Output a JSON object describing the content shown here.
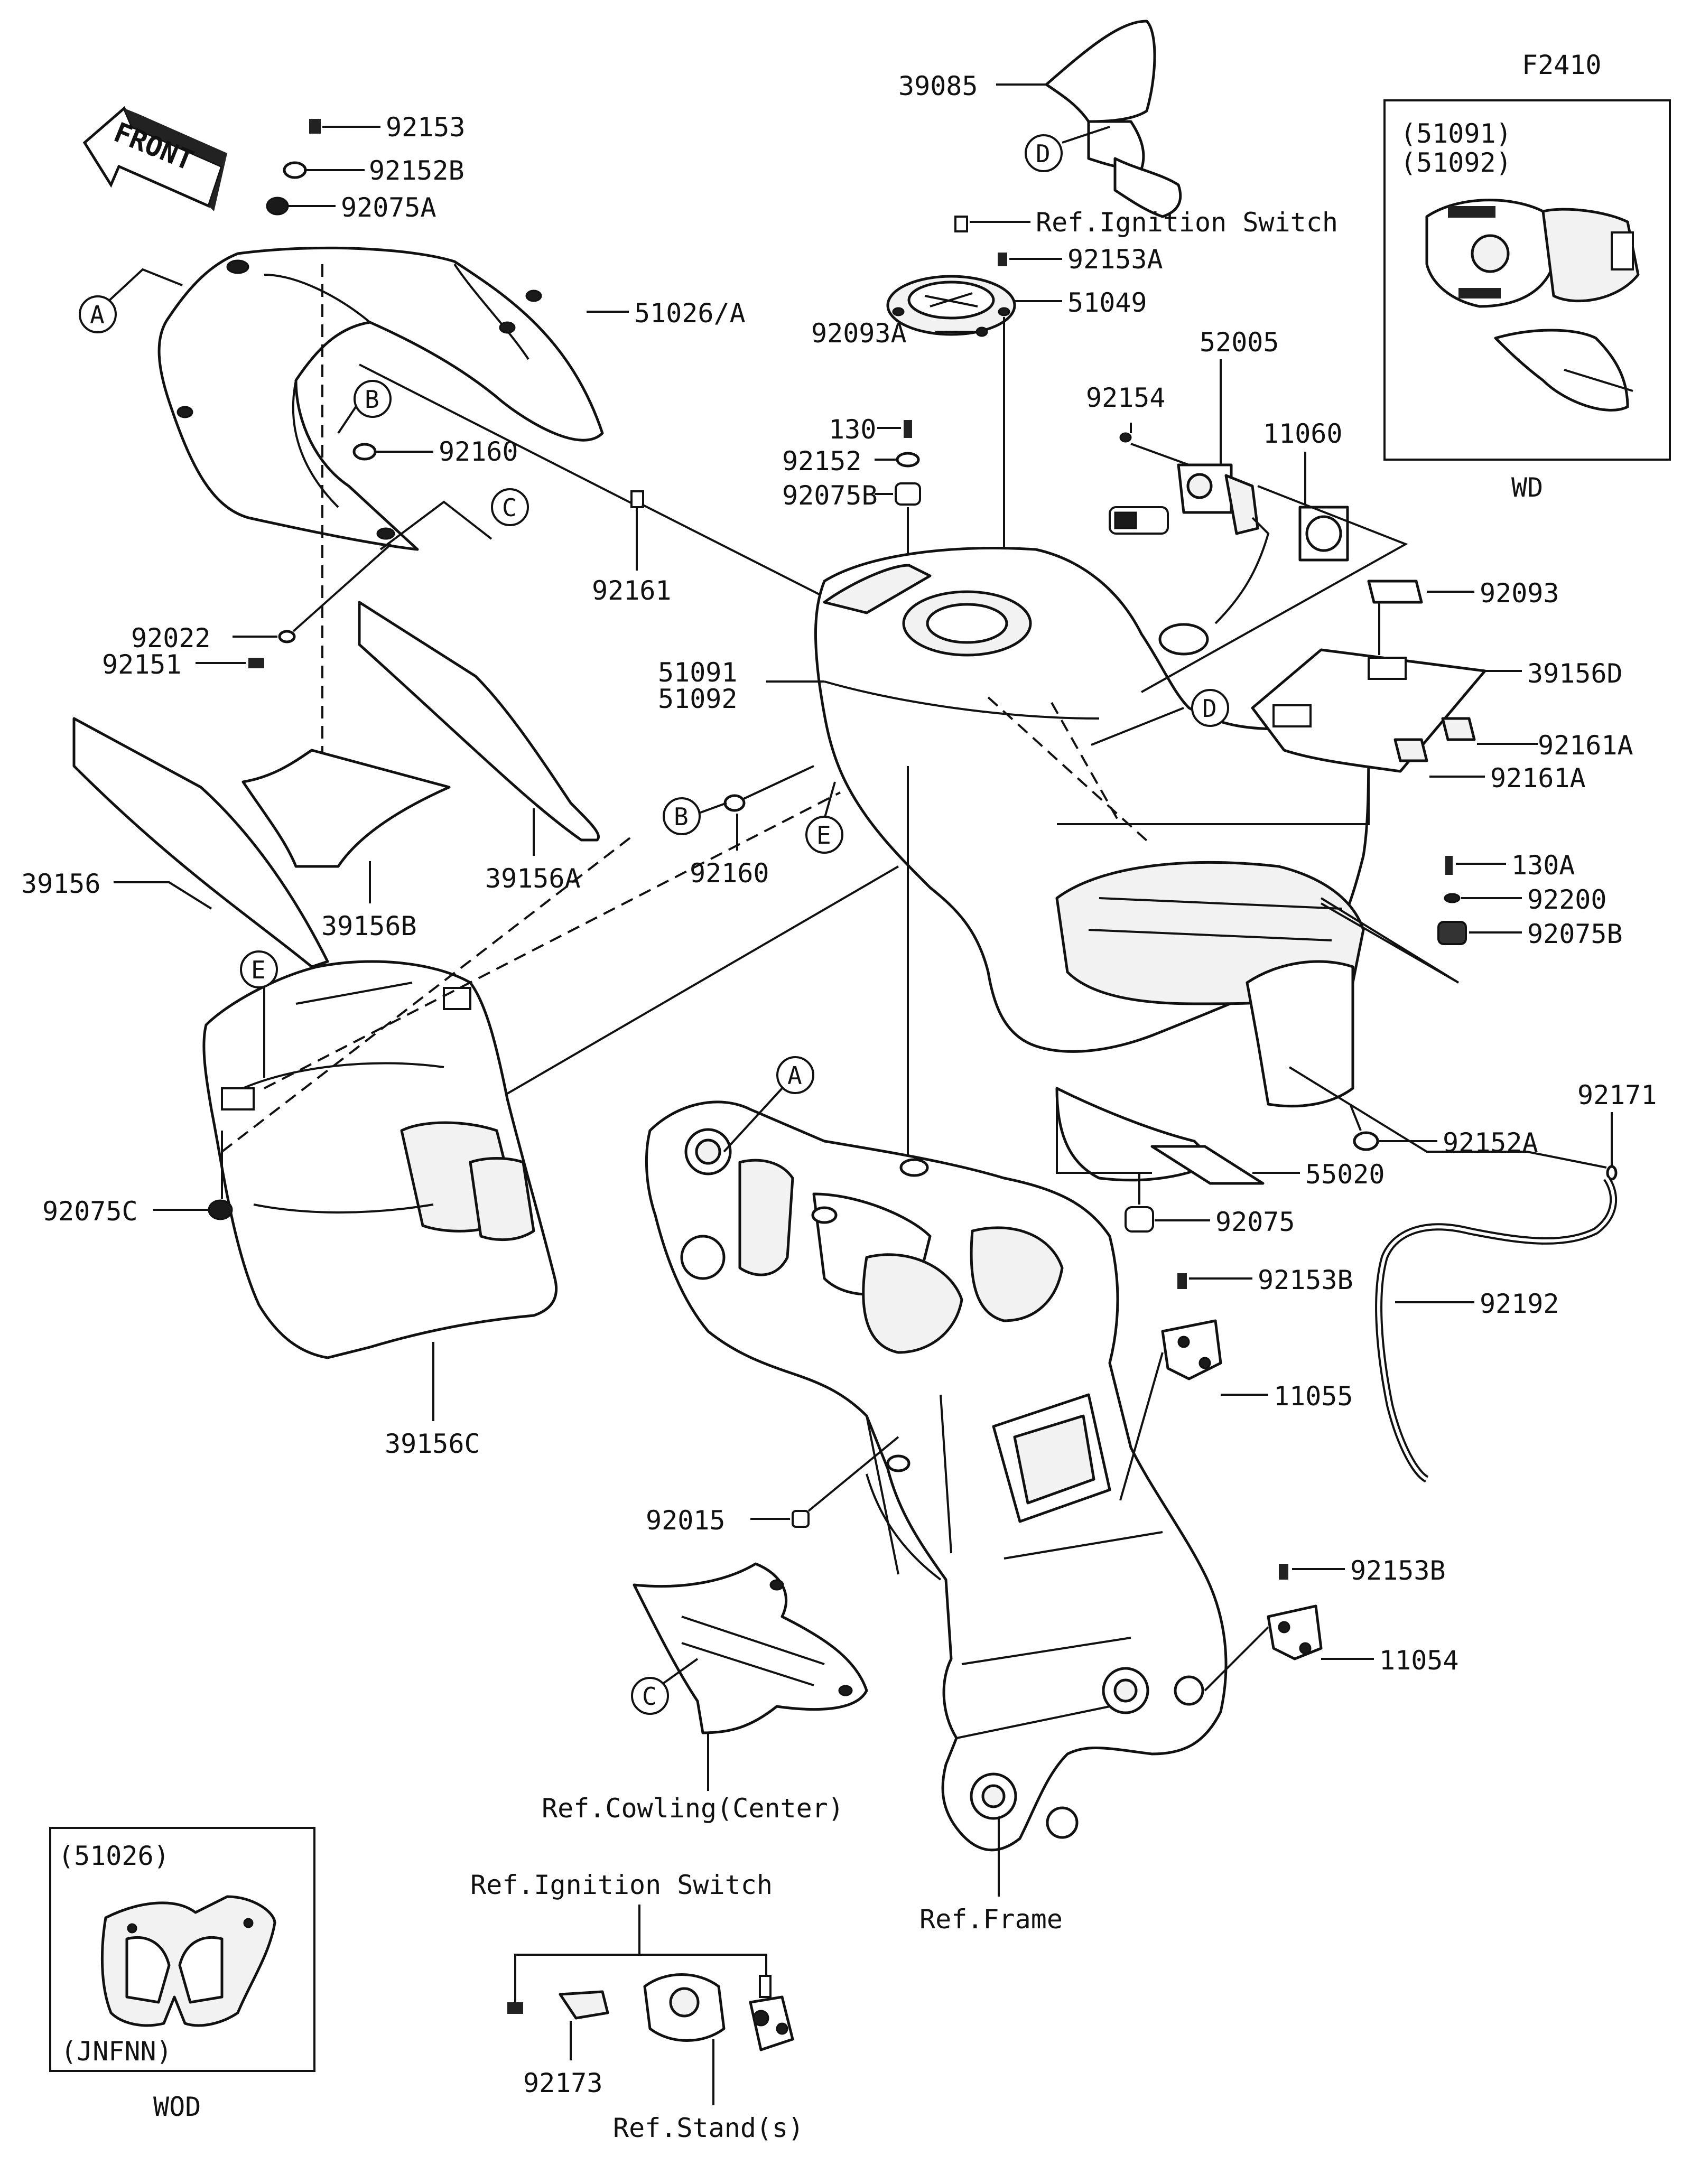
{
  "figure_code": "F2410",
  "front_arrow": "FRONT",
  "callouts": [
    "A",
    "B",
    "C",
    "D",
    "E"
  ],
  "part_numbers": {
    "p39085": "39085",
    "p92153": "92153",
    "p92152B": "92152B",
    "p92075A": "92075A",
    "p51026A": "51026/A",
    "p92160a": "92160",
    "p92161": "92161",
    "p92022": "92022",
    "p92151": "92151",
    "p39156": "39156",
    "p39156B": "39156B",
    "p39156A": "39156A",
    "p92075C": "92075C",
    "p39156C": "39156C",
    "p92153A": "92153A",
    "p51049": "51049",
    "p92093A": "92093A",
    "p130": "130",
    "p92152": "92152",
    "p92075B": "92075B",
    "p51091": "51091",
    "p51092": "51092",
    "p92160b": "92160",
    "p92154": "92154",
    "p52005": "52005",
    "p11060": "11060",
    "p92093": "92093",
    "p39156D": "39156D",
    "p92161A1": "92161A",
    "p92161A2": "92161A",
    "p130A": "130A",
    "p92200": "92200",
    "p92075B2": "92075B",
    "p92152A": "92152A",
    "p92171": "92171",
    "p55020": "55020",
    "p92075": "92075",
    "p92192": "92192",
    "p92153B1": "92153B",
    "p11055": "11055",
    "p92015": "92015",
    "p92153B2": "92153B",
    "p11054": "11054",
    "p92173": "92173"
  },
  "references": {
    "ignition_top": "Ref.Ignition Switch",
    "ignition_bottom": "Ref.Ignition Switch",
    "cowling": "Ref.Cowling(Center)",
    "frame": "Ref.Frame",
    "stand": "Ref.Stand(s)"
  },
  "inset_wd": {
    "line1": "(51091)",
    "line2": "(51092)",
    "caption": "WD"
  },
  "inset_wod": {
    "top": "(51026)",
    "bottom": "(JNFNN)",
    "caption": "WOD"
  }
}
